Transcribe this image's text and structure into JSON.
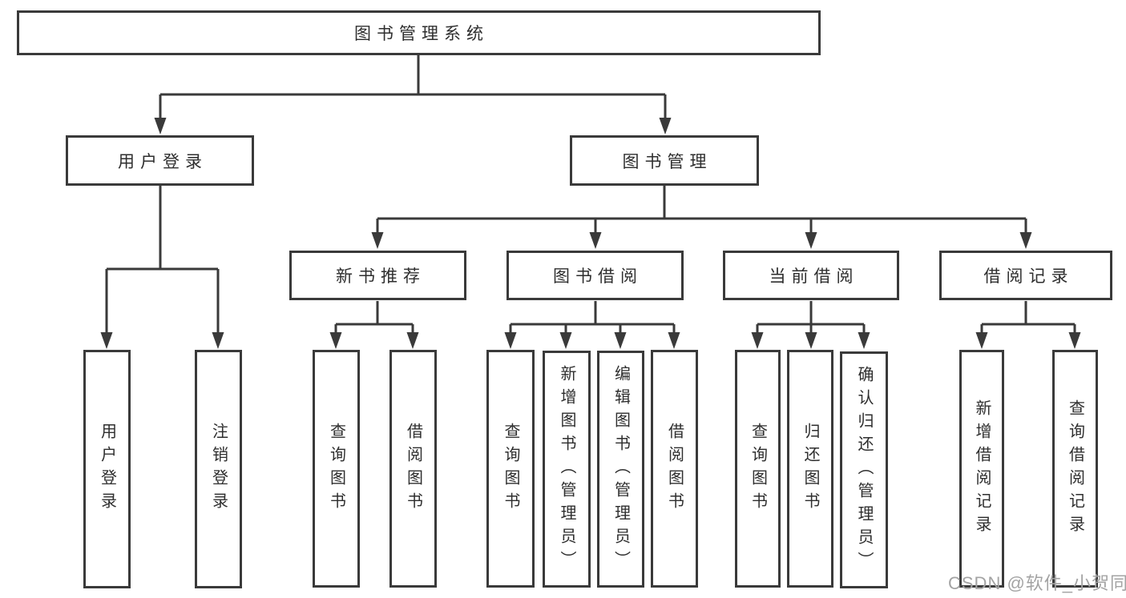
{
  "diagram": {
    "title": "图书管理系统",
    "root": {
      "label": "图书管理系统"
    },
    "level2": [
      {
        "label": "用户登录"
      },
      {
        "label": "图书管理"
      }
    ],
    "level3": [
      {
        "label": "新书推荐"
      },
      {
        "label": "图书借阅"
      },
      {
        "label": "当前借阅"
      },
      {
        "label": "借阅记录"
      }
    ],
    "leaves": {
      "user_login": [
        {
          "label": "用户登录"
        },
        {
          "label": "注销登录"
        }
      ],
      "new_book": [
        {
          "label": "查询图书"
        },
        {
          "label": "借阅图书"
        }
      ],
      "book_borrow": [
        {
          "label": "查询图书"
        },
        {
          "label": "新增图书（管理员）"
        },
        {
          "label": "编辑图书（管理员）"
        },
        {
          "label": "借阅图书"
        }
      ],
      "current_borrow": [
        {
          "label": "查询图书"
        },
        {
          "label": "归还图书"
        },
        {
          "label": "确认归还（管理员）"
        }
      ],
      "borrow_record": [
        {
          "label": "新增借阅记录"
        },
        {
          "label": "查询借阅记录"
        }
      ]
    }
  },
  "watermark": {
    "text": "CSDN @软件_小贺同学"
  },
  "colors": {
    "line": "#3a3a3a",
    "text": "#2e2e2e",
    "watermark": "#a3a3a3",
    "background": "#ffffff"
  }
}
